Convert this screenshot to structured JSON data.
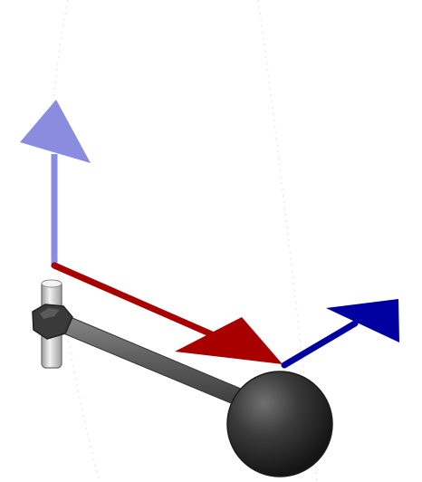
{
  "scene": {
    "background_color": "#ffffff",
    "arrows": [
      {
        "name": "blue-up-arrow",
        "color": "#8a8ce0",
        "direction": "up"
      },
      {
        "name": "red-diagonal-arrow",
        "color": "#a80000",
        "direction": "down-right"
      },
      {
        "name": "navy-diagonal-arrow",
        "color": "#0000a0",
        "direction": "up-right"
      }
    ],
    "objects": [
      {
        "name": "bolt-joint",
        "colors": {
          "shaft": "#d0d0d0",
          "nut": "#3a3a3a"
        }
      },
      {
        "name": "rod",
        "color": "#555555"
      },
      {
        "name": "sphere",
        "color": "#2f2f2f"
      }
    ]
  }
}
